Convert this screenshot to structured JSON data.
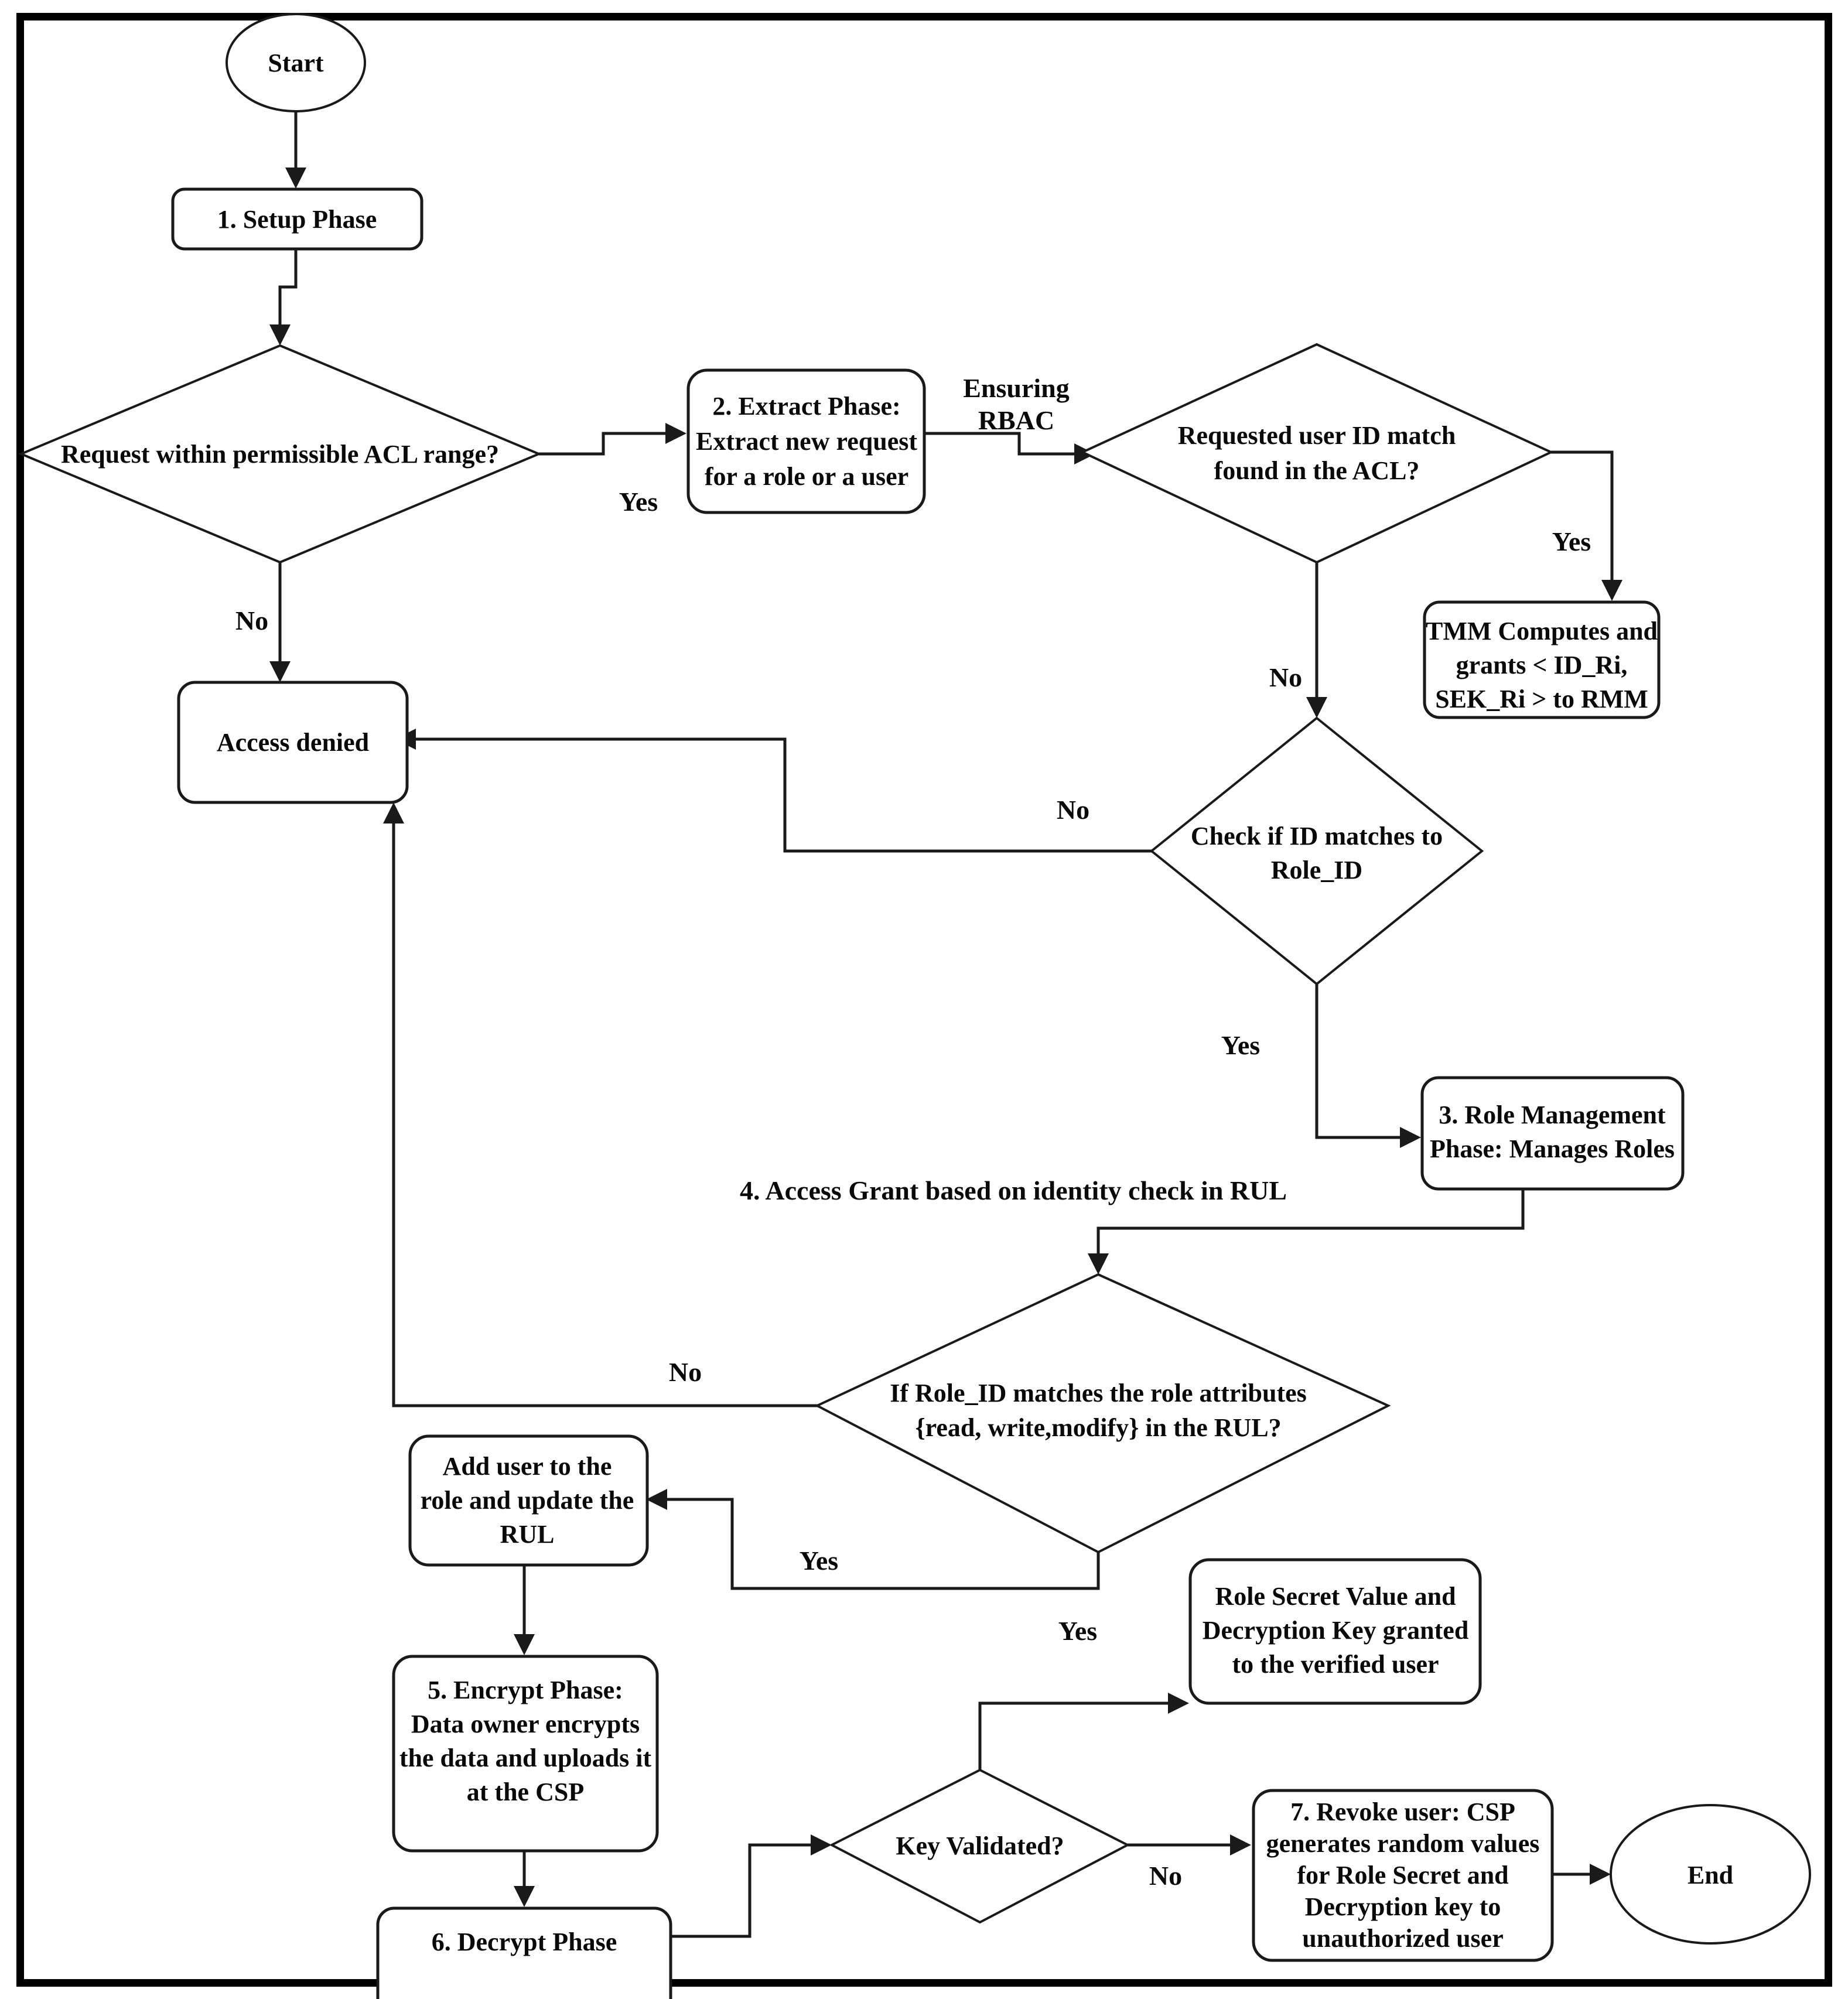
{
  "diagram": {
    "title": "RBAC cloud access control flowchart",
    "frame_color": "#000000",
    "node_fill": "#ffffff",
    "line_color": "#1a1a1a"
  },
  "nodes": {
    "start": {
      "label": "Start",
      "shape": "ellipse"
    },
    "setup_phase": {
      "label": "1. Setup Phase",
      "shape": "rounded-rect"
    },
    "acl_range_decision": {
      "label": "Request within permissible ACL range?",
      "shape": "diamond"
    },
    "extract_phase": {
      "line1": "2. Extract Phase:",
      "line2": "Extract new request",
      "line3": "for a role or a user",
      "shape": "rounded-rect"
    },
    "user_id_match_decision": {
      "line1": "Requested user ID match",
      "line2": "found in the ACL?",
      "shape": "diamond"
    },
    "tmm_computes": {
      "line1": "TMM Computes and",
      "line2": "grants < ID_Ri,",
      "line3": "SEK_Ri > to RMM",
      "shape": "rounded-rect"
    },
    "access_denied": {
      "label": "Access denied",
      "shape": "rounded-rect"
    },
    "check_role_id_decision": {
      "line1": "Check if ID matches to",
      "line2": "Role_ID",
      "shape": "diamond"
    },
    "role_management_phase": {
      "line1": "3. Role Management",
      "line2": "Phase: Manages Roles",
      "shape": "rounded-rect"
    },
    "role_attributes_decision": {
      "line1": "If Role_ID matches the role attributes",
      "line2": "{read, write,modify} in the RUL?",
      "shape": "diamond"
    },
    "add_user_to_role": {
      "line1": "Add user to the",
      "line2": "role and update the",
      "line3": "RUL",
      "shape": "rounded-rect"
    },
    "encrypt_phase": {
      "line1": "5. Encrypt Phase:",
      "line2": "Data owner encrypts",
      "line3": "the data and uploads it",
      "line4": "at the CSP",
      "shape": "rounded-rect"
    },
    "decrypt_phase": {
      "label": "6. Decrypt Phase",
      "shape": "rounded-rect"
    },
    "key_validated_decision": {
      "label": "Key Validated?",
      "shape": "diamond"
    },
    "role_secret_granted": {
      "line1": "Role Secret Value and",
      "line2": "Decryption Key granted",
      "line3": "to the verified user",
      "shape": "rounded-rect"
    },
    "revoke_user": {
      "line1": "7. Revoke user: CSP",
      "line2": "generates random values",
      "line3": "for Role Secret and",
      "line4": "Decryption key to",
      "line5": "unauthorized user",
      "shape": "rounded-rect"
    },
    "end": {
      "label": "End",
      "shape": "ellipse"
    }
  },
  "edge_labels": {
    "acl_yes": "Yes",
    "acl_no": "No",
    "ensuring_rbac_line1": "Ensuring",
    "ensuring_rbac_line2": "RBAC",
    "user_id_yes": "Yes",
    "user_id_no": "No",
    "check_role_no": "No",
    "check_role_yes": "Yes",
    "access_grant_note": "4. Access Grant based on identity check in RUL",
    "role_attr_no": "No",
    "role_attr_yes": "Yes",
    "key_validated_yes": "Yes",
    "key_validated_no": "No"
  }
}
